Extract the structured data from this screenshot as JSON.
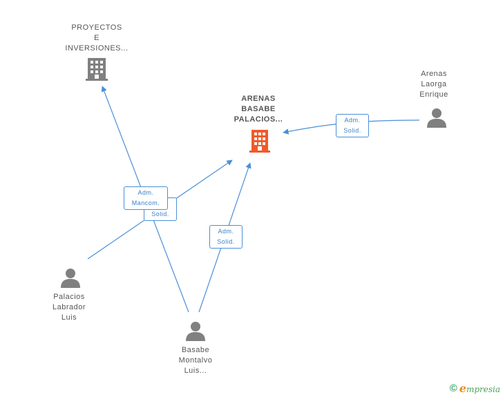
{
  "colors": {
    "edge": "#4a8fd8",
    "person": "#808080",
    "company": "#808080",
    "main_company": "#f05a2a",
    "brand_green": "#4aa35a",
    "brand_orange": "#f08a1c"
  },
  "nodes": {
    "proyectos": {
      "line1": "PROYECTOS",
      "line2": "E",
      "line3": "INVERSIONES..."
    },
    "arenas_basabe": {
      "line1": "ARENAS",
      "line2": "BASABE",
      "line3": "PALACIOS..."
    },
    "arenas_laorga": {
      "line1": "Arenas",
      "line2": "Laorga",
      "line3": "Enrique"
    },
    "palacios": {
      "line1": "Palacios",
      "line2": "Labrador",
      "line3": "Luis"
    },
    "basabe": {
      "line1": "Basabe",
      "line2": "Montalvo",
      "line3": "Luis..."
    }
  },
  "badges": {
    "adm_mancom": {
      "line1": "Adm.",
      "line2": "Mancom."
    },
    "solid_left": {
      "line1": "Solid."
    },
    "adm_solid_mid": {
      "line1": "Adm.",
      "line2": "Solid."
    },
    "adm_solid_right": {
      "line1": "Adm.",
      "line2": "Solid."
    }
  },
  "footer": {
    "copyright_symbol": "©",
    "brand_initial": "e",
    "brand_rest": "mpresia"
  }
}
